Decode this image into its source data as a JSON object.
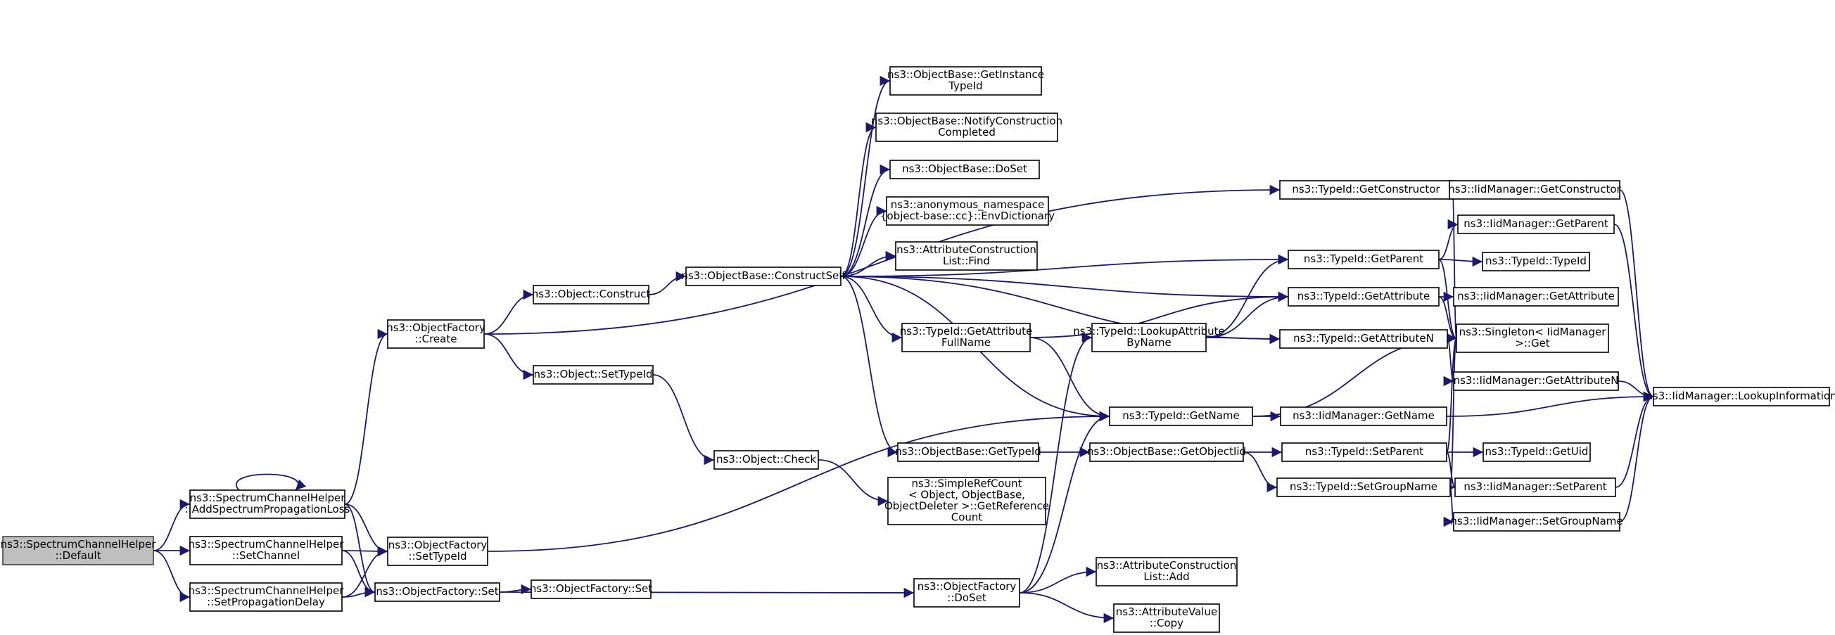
{
  "nodes": [
    {
      "id": "n0",
      "lines": [
        "ns3::SpectrumChannelHelper",
        "::Default"
      ],
      "root": true
    },
    {
      "id": "n1",
      "lines": [
        "ns3::SpectrumChannelHelper",
        "::AddSpectrumPropagationLoss"
      ]
    },
    {
      "id": "n2",
      "lines": [
        "ns3::SpectrumChannelHelper",
        "::SetChannel"
      ]
    },
    {
      "id": "n3",
      "lines": [
        "ns3::SpectrumChannelHelper",
        "::SetPropagationDelay"
      ]
    },
    {
      "id": "n4",
      "lines": [
        "ns3::ObjectFactory",
        "::Create"
      ]
    },
    {
      "id": "n5",
      "lines": [
        "ns3::ObjectFactory",
        "::SetTypeId"
      ]
    },
    {
      "id": "n6",
      "lines": [
        "ns3::ObjectFactory::Set"
      ]
    },
    {
      "id": "n7",
      "lines": [
        "ns3::Object::Construct"
      ]
    },
    {
      "id": "n8",
      "lines": [
        "ns3::Object::SetTypeId"
      ]
    },
    {
      "id": "n9",
      "lines": [
        "ns3::ObjectFactory::Set"
      ]
    },
    {
      "id": "n10",
      "lines": [
        "ns3::ObjectBase::ConstructSelf"
      ]
    },
    {
      "id": "n11",
      "lines": [
        "ns3::Object::Check"
      ]
    },
    {
      "id": "n12",
      "lines": [
        "ns3::ObjectFactory",
        "::DoSet"
      ]
    },
    {
      "id": "n13",
      "lines": [
        "ns3::ObjectBase::GetInstance",
        "TypeId"
      ]
    },
    {
      "id": "n14",
      "lines": [
        "ns3::ObjectBase::NotifyConstruction",
        "Completed"
      ]
    },
    {
      "id": "n15",
      "lines": [
        "ns3::ObjectBase::DoSet"
      ]
    },
    {
      "id": "n16",
      "lines": [
        "ns3::anonymous_namespace",
        "{object-base::cc}::EnvDictionary"
      ]
    },
    {
      "id": "n17",
      "lines": [
        "ns3::AttributeConstruction",
        "List::Find"
      ]
    },
    {
      "id": "n18",
      "lines": [
        "ns3::TypeId::GetAttribute",
        "FullName"
      ]
    },
    {
      "id": "n19",
      "lines": [
        "ns3::ObjectBase::GetTypeId"
      ]
    },
    {
      "id": "n20",
      "lines": [
        "ns3::SimpleRefCount",
        "< Object, ObjectBase,",
        "ObjectDeleter >::GetReference",
        "Count"
      ]
    },
    {
      "id": "n21",
      "lines": [
        "ns3::TypeId::LookupAttribute",
        "ByName"
      ]
    },
    {
      "id": "n22",
      "lines": [
        "ns3::TypeId::GetName"
      ]
    },
    {
      "id": "n23",
      "lines": [
        "ns3::ObjectBase::GetObjectIid"
      ]
    },
    {
      "id": "n24",
      "lines": [
        "ns3::AttributeConstruction",
        "List::Add"
      ]
    },
    {
      "id": "n25",
      "lines": [
        "ns3::AttributeValue",
        "::Copy"
      ]
    },
    {
      "id": "n26",
      "lines": [
        "ns3::TypeId::GetConstructor"
      ]
    },
    {
      "id": "n27",
      "lines": [
        "ns3::TypeId::GetParent"
      ]
    },
    {
      "id": "n28",
      "lines": [
        "ns3::TypeId::GetAttribute"
      ]
    },
    {
      "id": "n29",
      "lines": [
        "ns3::TypeId::GetAttributeN"
      ]
    },
    {
      "id": "n30",
      "lines": [
        "ns3::IidManager::GetName"
      ]
    },
    {
      "id": "n31",
      "lines": [
        "ns3::TypeId::SetParent"
      ]
    },
    {
      "id": "n32",
      "lines": [
        "ns3::TypeId::SetGroupName"
      ]
    },
    {
      "id": "n33",
      "lines": [
        "ns3::IidManager::GetConstructor"
      ]
    },
    {
      "id": "n34",
      "lines": [
        "ns3::IidManager::GetParent"
      ]
    },
    {
      "id": "n35",
      "lines": [
        "ns3::TypeId::TypeId"
      ]
    },
    {
      "id": "n36",
      "lines": [
        "ns3::IidManager::GetAttribute"
      ]
    },
    {
      "id": "n37",
      "lines": [
        "ns3::Singleton< IidManager",
        ">::Get"
      ]
    },
    {
      "id": "n38",
      "lines": [
        "ns3::IidManager::GetAttributeN"
      ]
    },
    {
      "id": "n39",
      "lines": [
        "ns3::TypeId::GetUid"
      ]
    },
    {
      "id": "n40",
      "lines": [
        "ns3::IidManager::SetParent"
      ]
    },
    {
      "id": "n41",
      "lines": [
        "ns3::IidManager::SetGroupName"
      ]
    },
    {
      "id": "n42",
      "lines": [
        "ns3::IidManager::LookupInformation"
      ]
    }
  ]
}
